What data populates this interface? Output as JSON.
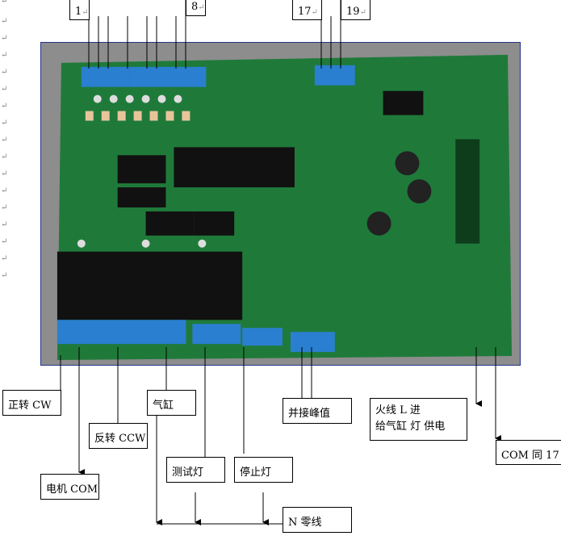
{
  "top_labels": {
    "pin1": "1",
    "pin8": "8",
    "pin17": "17",
    "pin19": "19"
  },
  "bottom_labels": {
    "cw": "正转 CW",
    "ccw": "反转 CCW",
    "motor_com": "电机 COM",
    "cylinder": "气缸",
    "test_light": "测试灯",
    "stop_light": "停止灯",
    "neutral": "N 零线",
    "peak": "并接峰值",
    "live_line1": "火线 L 进",
    "live_line2": "给气缸 灯 供电",
    "com17": "COM 同 17"
  },
  "photo": {
    "description_icon": "pcb-board-photo"
  },
  "paragraph_mark": "↵"
}
